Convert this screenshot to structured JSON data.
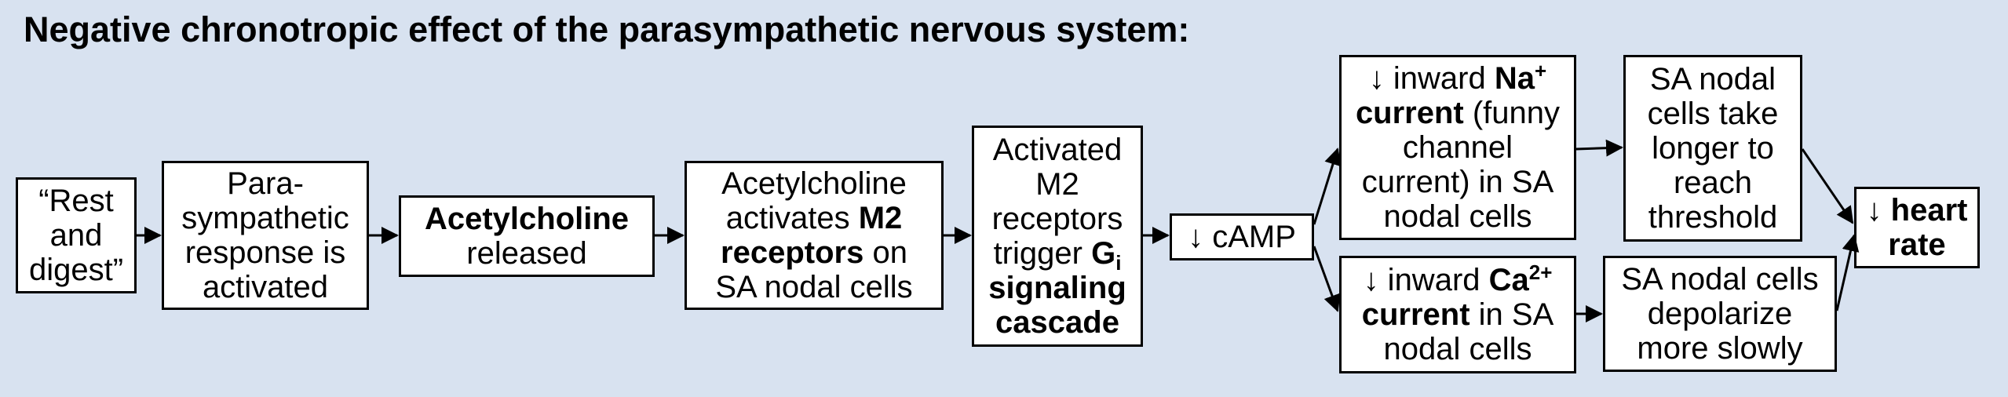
{
  "title": "Negative chronotropic effect of the parasympathetic nervous system:",
  "boxes": {
    "rest_digest": {
      "l1": "“Rest",
      "l2": "and",
      "l3": "digest”"
    },
    "para": {
      "l1": "Para-",
      "l2": "sympathetic",
      "l3": "response is",
      "l4": "activated"
    },
    "ach": {
      "l1": "Acetylcholine",
      "l2": "released"
    },
    "m2": {
      "l1": "Acetylcholine",
      "l2a": "activates ",
      "l2b": "M2",
      "l3a": "receptors",
      "l3b": " on",
      "l4": "SA nodal cells"
    },
    "gi": {
      "l1": "Activated",
      "l2": "M2",
      "l3": "receptors",
      "l4a": "trigger ",
      "l4b": "G",
      "l4sub": "i",
      "l5": "signaling",
      "l6": "cascade"
    },
    "camp": {
      "arrow": "↓",
      "label": " cAMP"
    },
    "na": {
      "arrow": "↓",
      "l1a": " inward ",
      "l1b": "Na",
      "l1sup": "+",
      "l2a": "current",
      "l2b": " (funny",
      "l3": "channel",
      "l4": "current) in SA",
      "l5": "nodal cells"
    },
    "ca": {
      "arrow": "↓",
      "l1a": " inward ",
      "l1b": "Ca",
      "l1sup": "2+",
      "l2a": "current",
      "l2b": " in SA",
      "l3": "nodal cells"
    },
    "threshold": {
      "l1": "SA nodal",
      "l2": "cells take",
      "l3": "longer to",
      "l4": "reach",
      "l5": "threshold"
    },
    "depol": {
      "l1": "SA nodal cells",
      "l2": "depolarize",
      "l3": "more slowly"
    },
    "hr": {
      "arrow": "↓",
      "l1": " heart",
      "l2": "rate"
    }
  }
}
